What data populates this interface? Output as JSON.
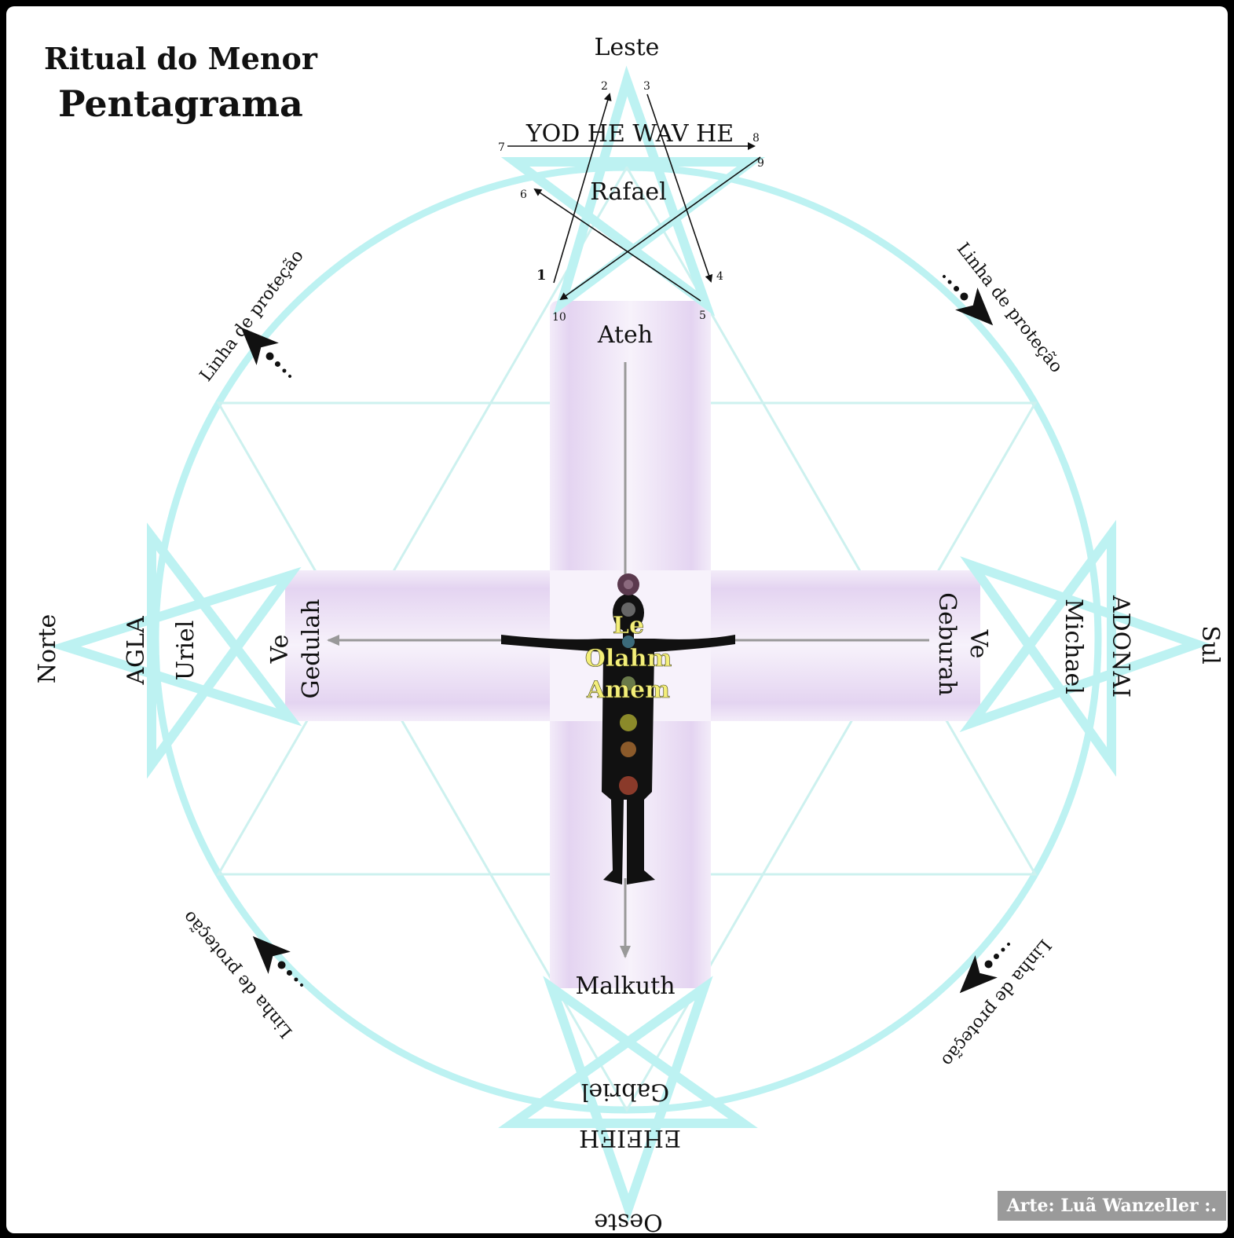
{
  "title": {
    "line1": "Ritual do Menor",
    "line2": "Pentagrama"
  },
  "directions": {
    "east": "Leste",
    "south": "Sul",
    "west": "Oeste",
    "north": "Norte"
  },
  "archangels": {
    "east": "Rafael",
    "south": "Michael",
    "west": "Gabriel",
    "north": "Uriel"
  },
  "divine_names": {
    "east": "YOD HE WAV HE",
    "south": "ADONAI",
    "west": "EHEIEH",
    "north": "AGLA"
  },
  "cross": {
    "top": "Ateh",
    "bottom": "Malkuth",
    "left_1": "Ve",
    "left_2": "Gedulah",
    "right_1": "Ve",
    "right_2": "Geburah",
    "center": [
      "Le",
      "Olahm",
      "Amem"
    ]
  },
  "protection_line": "Linha de proteção",
  "pentagram_steps": [
    "1",
    "2",
    "3",
    "4",
    "5",
    "6",
    "7",
    "8",
    "9",
    "10"
  ],
  "credit": "Arte: Luã Wanzeller :.",
  "colors": {
    "circle": "#bdf2f2",
    "hexagram": "#c9f0ef",
    "cross": "#ecdff5",
    "figure": "#111111",
    "center_text": "#f4ef7a"
  }
}
